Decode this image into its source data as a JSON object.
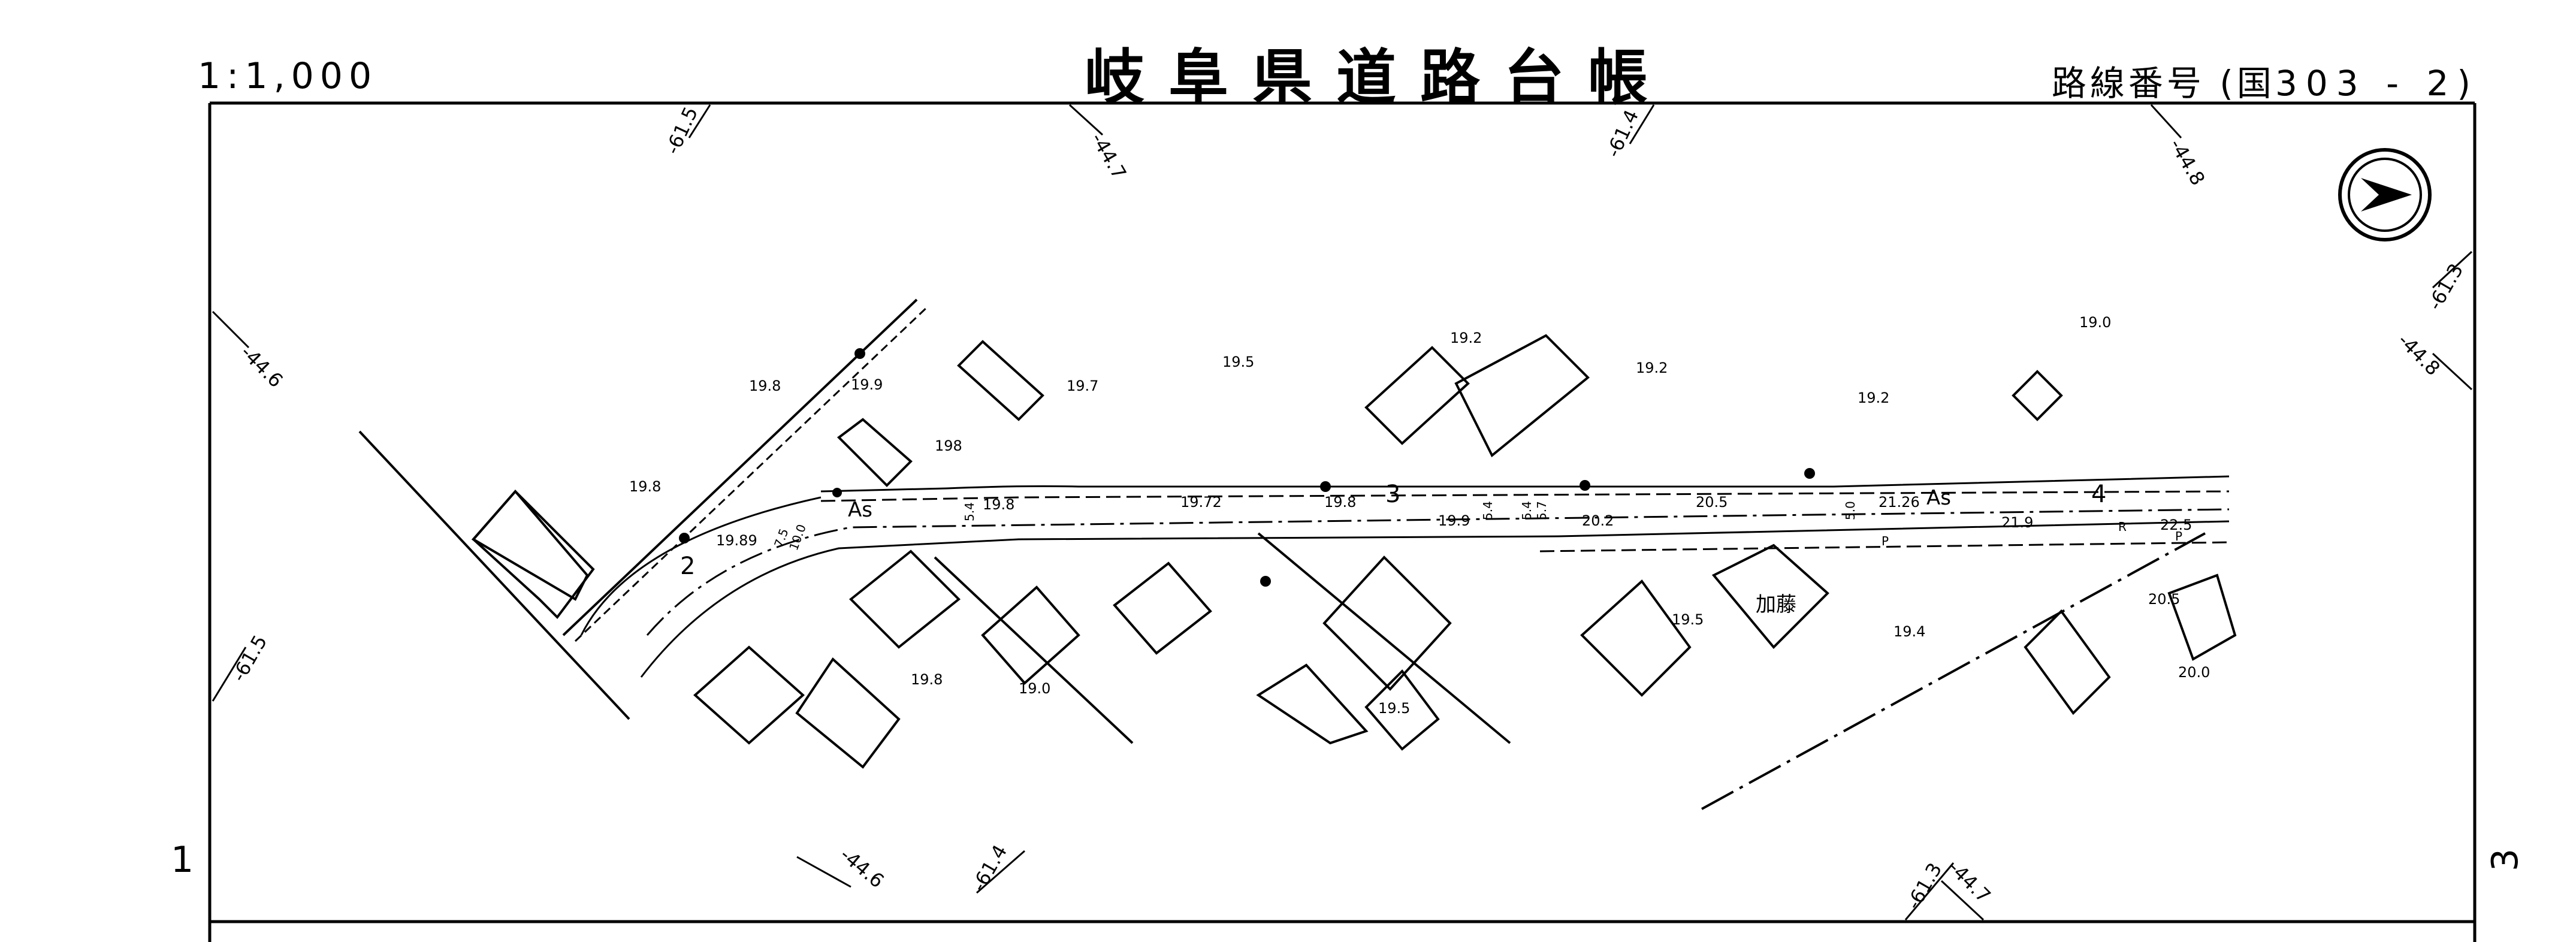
{
  "header": {
    "scale": "1:1,000",
    "title": "岐阜県道路台帳",
    "route_label": "路線番号 (国",
    "route_number": "303 - 2",
    "route_close": ")"
  },
  "map": {
    "compass": "north-arrow-icon",
    "road_surface": "As",
    "sections": [
      "2",
      "3",
      "4"
    ],
    "owner": "加藤",
    "marker_p": "P",
    "marker_r": "R",
    "grid_labels": [
      "-61.5",
      "-44.7",
      "-61.4",
      "-44.8",
      "-44.6",
      "-61.5",
      "-61.3",
      "-44.8",
      "-44.6",
      "-61.4",
      "-61.3",
      "-44.7"
    ],
    "elevations": [
      "19.8",
      "19.9",
      "198",
      "19.8",
      "19.7",
      "19.5",
      "19.2",
      "19.2",
      "19.0",
      "19.2",
      "19.8",
      "19.72",
      "19.8",
      "19.89",
      "19.9",
      "20.2",
      "20.5",
      "21.26",
      "21.9",
      "22.5",
      "20.5",
      "20.0",
      "19.8",
      "19.0",
      "19.5",
      "19.5",
      "19.4"
    ],
    "widths": [
      "7.5",
      "10.0",
      "5.4",
      "5.4",
      "5.4",
      "5.7",
      "5.0"
    ]
  },
  "page_numbers": {
    "left": "1",
    "right": "3"
  }
}
